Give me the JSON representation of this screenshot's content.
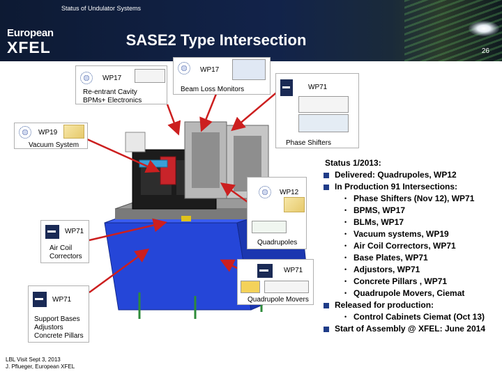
{
  "header": {
    "section_title": "Status of Undulator Systems",
    "logo_line1": "European",
    "logo_line2": "XFEL",
    "slide_title": "SASE2 Type Intersection",
    "slide_number": "26"
  },
  "callouts": {
    "bpm": {
      "wp": "WP17",
      "text_line1": "Re-entrant Cavity",
      "text_line2": "BPMs+ Electronics"
    },
    "blm": {
      "wp": "WP17",
      "text": "Beam Loss Monitors"
    },
    "phase": {
      "wp": "WP71",
      "text": "Phase Shifters"
    },
    "vacuum": {
      "wp": "WP19",
      "text": "Vacuum System"
    },
    "quad": {
      "wp": "WP12",
      "text": "Quadrupoles"
    },
    "aircoil": {
      "wp": "WP71",
      "text_line1": "Air Coil",
      "text_line2": "Correctors"
    },
    "support": {
      "wp": "WP71",
      "text_line1": "Support Bases",
      "text_line2": "Adjustors",
      "text_line3": "Concrete Pillars"
    },
    "movers": {
      "wp": "WP71",
      "text": "Quadrupole Movers"
    }
  },
  "status": {
    "heading": "Status 1/2013:",
    "items": [
      {
        "level": 1,
        "text": "Delivered: Quadrupoles, WP12"
      },
      {
        "level": 1,
        "text": "In Production 91 Intersections:"
      },
      {
        "level": 2,
        "text": "Phase Shifters (Nov 12), WP71"
      },
      {
        "level": 2,
        "text": "BPMS, WP17"
      },
      {
        "level": 2,
        "text": "BLMs, WP17"
      },
      {
        "level": 2,
        "text": "Vacuum systems, WP19"
      },
      {
        "level": 2,
        "text": "Air Coil Correctors, WP71"
      },
      {
        "level": 2,
        "text": "Base Plates, WP71"
      },
      {
        "level": 2,
        "text": "Adjustors, WP71"
      },
      {
        "level": 2,
        "text": "Concrete Pillars , WP71"
      },
      {
        "level": 2,
        "text": "Quadrupole Movers, Ciemat"
      },
      {
        "level": 1,
        "text": "Released for production:"
      },
      {
        "level": 2,
        "text": "Control Cabinets Ciemat  (Oct 13)"
      },
      {
        "level": 1,
        "text": "Start of Assembly @ XFEL:  June 2014"
      }
    ]
  },
  "footer": {
    "line1": "LBL Visit Sept 3, 2013",
    "line2": "J. Pflueger, European XFEL"
  },
  "colors": {
    "header_bg": "#12234a",
    "arrow": "#cc1f1f",
    "bullet": "#1f3c88",
    "base_blue": "#2546d8"
  }
}
